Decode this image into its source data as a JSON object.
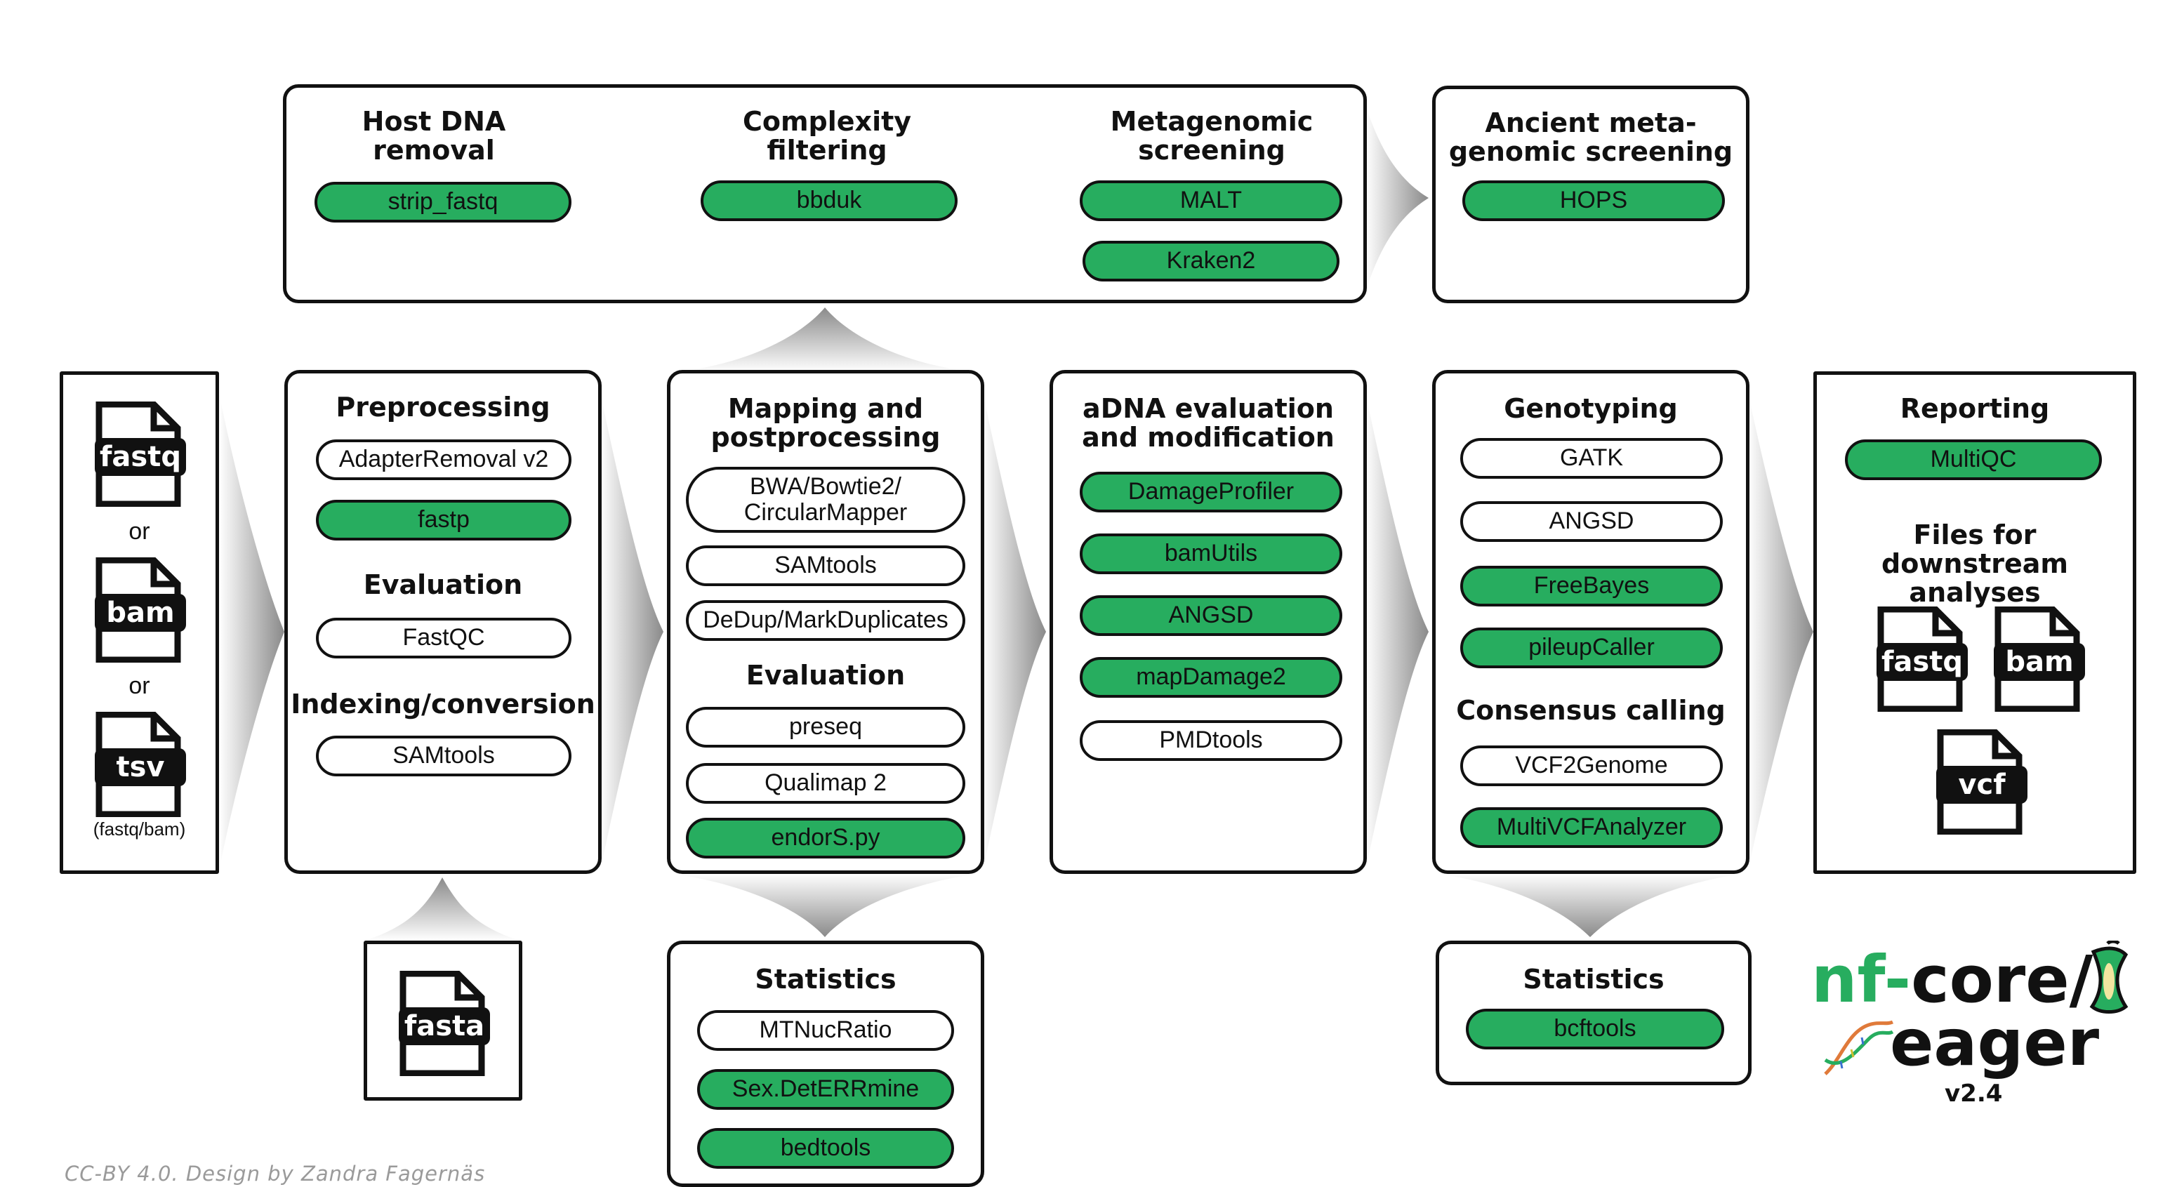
{
  "input": {
    "files": [
      "fastq",
      "bam",
      "tsv"
    ],
    "or_1": "or",
    "or_2": "or",
    "tsv_note": "(fastq/bam)"
  },
  "reference": {
    "file": "fasta"
  },
  "preprocessing": {
    "title": "Preprocessing",
    "tools": [
      {
        "label": "AdapterRemoval v2",
        "green": false
      },
      {
        "label": "fastp",
        "green": true
      }
    ],
    "evaluation_title": "Evaluation",
    "evaluation_tools": [
      {
        "label": "FastQC",
        "green": false
      }
    ],
    "indexing_title": "Indexing/conversion",
    "indexing_tools": [
      {
        "label": "SAMtools",
        "green": false
      }
    ]
  },
  "mapping": {
    "title": "Mapping and\npostprocessing",
    "tools": [
      {
        "label": "BWA/Bowtie2/\nCircularMapper",
        "green": false
      },
      {
        "label": "SAMtools",
        "green": false
      },
      {
        "label": "DeDup/MarkDuplicates",
        "green": false
      }
    ],
    "evaluation_title": "Evaluation",
    "evaluation_tools": [
      {
        "label": "preseq",
        "green": false
      },
      {
        "label": "Qualimap 2",
        "green": false
      },
      {
        "label": "endorS.py",
        "green": true
      }
    ]
  },
  "mapping_statistics": {
    "title": "Statistics",
    "tools": [
      {
        "label": "MTNucRatio",
        "green": false
      },
      {
        "label": "Sex.DetERRmine",
        "green": true
      },
      {
        "label": "bedtools",
        "green": true
      }
    ]
  },
  "adna": {
    "title": "aDNA evaluation\nand modification",
    "tools": [
      {
        "label": "DamageProfiler",
        "green": true
      },
      {
        "label": "bamUtils",
        "green": true
      },
      {
        "label": "ANGSD",
        "green": true
      },
      {
        "label": "mapDamage2",
        "green": true
      },
      {
        "label": "PMDtools",
        "green": false
      }
    ]
  },
  "genotyping": {
    "title": "Genotyping",
    "tools": [
      {
        "label": "GATK",
        "green": false
      },
      {
        "label": "ANGSD",
        "green": false
      },
      {
        "label": "FreeBayes",
        "green": true
      },
      {
        "label": "pileupCaller",
        "green": true
      }
    ],
    "consensus_title": "Consensus calling",
    "consensus_tools": [
      {
        "label": "VCF2Genome",
        "green": false
      },
      {
        "label": "MultiVCFAnalyzer",
        "green": true
      }
    ]
  },
  "genotyping_statistics": {
    "title": "Statistics",
    "tools": [
      {
        "label": "bcftools",
        "green": true
      }
    ]
  },
  "reporting": {
    "title": "Reporting",
    "tools": [
      {
        "label": "MultiQC",
        "green": true
      }
    ],
    "files_title": "Files for downstream\nanalyses",
    "files": [
      "fastq",
      "bam",
      "vcf"
    ]
  },
  "host_removal": {
    "title": "Host DNA\nremoval",
    "tools": [
      {
        "label": "strip_fastq",
        "green": true
      }
    ]
  },
  "complexity": {
    "title": "Complexity\nfiltering",
    "tools": [
      {
        "label": "bbduk",
        "green": true
      }
    ]
  },
  "metagenomic": {
    "title": "Metagenomic\nscreening",
    "tools": [
      {
        "label": "MALT",
        "green": true
      },
      {
        "label": "Kraken2",
        "green": true
      }
    ]
  },
  "ancient_meta": {
    "title": "Ancient meta-\ngenomic screening",
    "tools": [
      {
        "label": "HOPS",
        "green": true
      }
    ]
  },
  "logo": {
    "nf_prefix": "nf-",
    "core_text": "core/",
    "eager_text": "eager",
    "version": "v2.4",
    "nf_color": "#27ad5f"
  },
  "colors": {
    "tool_green": "#27ad5f",
    "border": "#111111"
  },
  "credit": "CC-BY 4.0. Design by Zandra Fagernäs"
}
